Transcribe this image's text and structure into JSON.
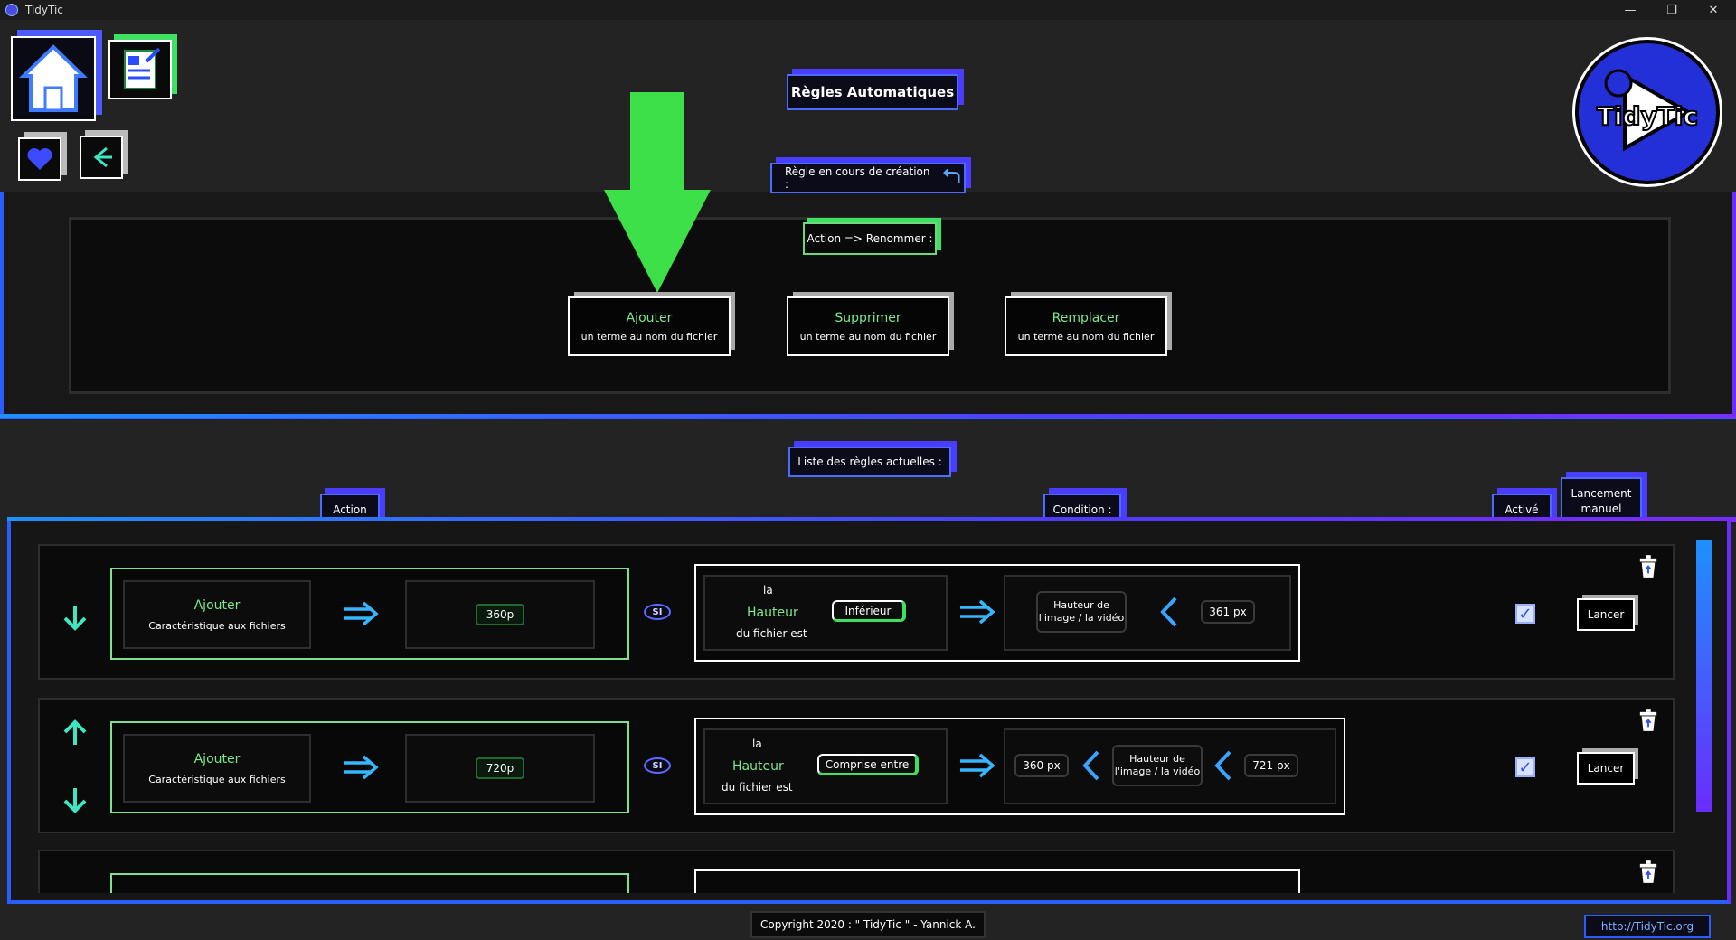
{
  "window": {
    "title": "TidyTic",
    "minimize": "—",
    "restore": "❐",
    "close": "✕"
  },
  "header": {
    "page_title": "Règles Automatiques",
    "logo_text": "TidyTic"
  },
  "creation": {
    "label": "Règle en cours de création :",
    "action_label": "Action => Renommer :",
    "choices": [
      {
        "title": "Ajouter",
        "subtitle": "un terme au nom du fichier"
      },
      {
        "title": "Supprimer",
        "subtitle": "un terme au nom du fichier"
      },
      {
        "title": "Remplacer",
        "subtitle": "un terme au nom du fichier"
      }
    ]
  },
  "list": {
    "label": "Liste des règles actuelles :",
    "col_action": "Action",
    "col_condition": "Condition :",
    "col_active": "Activé",
    "col_manual": "Lancement manuel",
    "si_label": "SI",
    "rules": [
      {
        "action_title": "Ajouter",
        "action_sub": "Caractéristique aux fichiers",
        "value": "360p",
        "cond_la": "la",
        "cond_prop": "Hauteur",
        "cond_file": "du fichier est",
        "operator": "Inférieur",
        "target": "Hauteur de l'image / la vidéo",
        "compare_value": "361 px",
        "active": true,
        "launch": "Lancer"
      },
      {
        "action_title": "Ajouter",
        "action_sub": "Caractéristique aux fichiers",
        "value": "720p",
        "cond_la": "la",
        "cond_prop": "Hauteur",
        "cond_file": "du fichier est",
        "operator": "Comprise entre",
        "min_value": "360 px",
        "target": "Hauteur de l'image / la vidéo",
        "max_value": "721 px",
        "active": true,
        "launch": "Lancer"
      }
    ]
  },
  "footer": {
    "copyright": "Copyright 2020 : \" TidyTic \" - Yannick A.",
    "url": "http://TidyTic.org"
  },
  "colors": {
    "accent_blue": "#2a7bff",
    "accent_purple": "#7a2cff",
    "accent_green": "#3de060"
  }
}
